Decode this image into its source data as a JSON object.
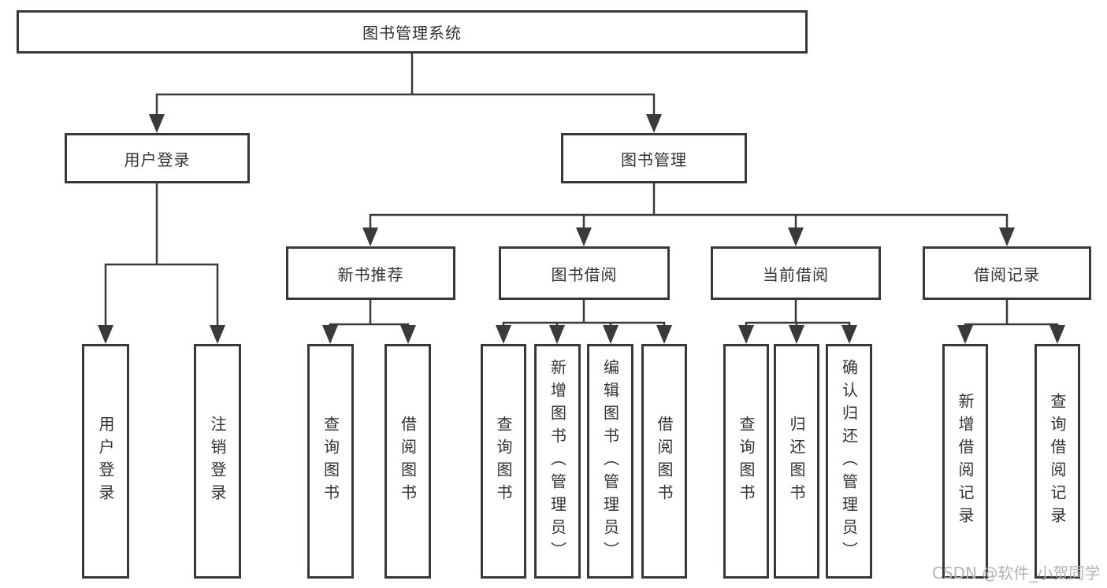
{
  "diagram": {
    "root": "图书管理系统",
    "level2": [
      {
        "label": "用户登录"
      },
      {
        "label": "图书管理"
      }
    ],
    "level3": [
      {
        "label": "新书推荐"
      },
      {
        "label": "图书借阅"
      },
      {
        "label": "当前借阅"
      },
      {
        "label": "借阅记录"
      }
    ],
    "leaves": {
      "user_login": [
        "用户登录",
        "注销登录"
      ],
      "new_book": [
        "查询图书",
        "借阅图书"
      ],
      "book_borrow": [
        "查询图书",
        "新增图书（管理员）",
        "编辑图书（管理员）",
        "借阅图书"
      ],
      "current_borrow": [
        "查询图书",
        "归还图书",
        "确认归还（管理员）"
      ],
      "borrow_record": [
        "新增借阅记录",
        "查询借阅记录"
      ]
    }
  },
  "colors": {
    "line": "#3a3a3a",
    "box_border": "#383838",
    "text": "#333333",
    "watermark": "#b3b3b3"
  },
  "watermark": "CSDN @软件_小贺同学"
}
